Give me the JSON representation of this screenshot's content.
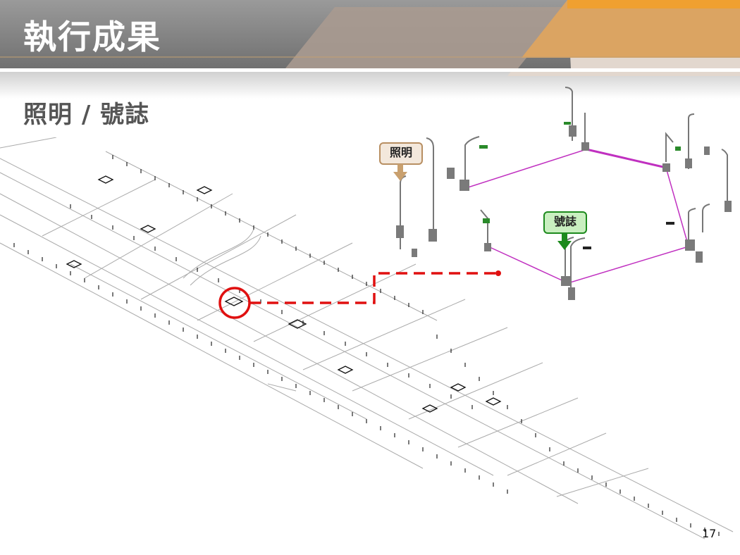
{
  "slide": {
    "title": "執行成果",
    "subtitle": "照明 / 號誌",
    "page_number": "17"
  },
  "callouts": {
    "lighting": {
      "label": "照明",
      "fill": "#f3e8dc",
      "border": "#b88f62"
    },
    "signal": {
      "label": "號誌",
      "fill": "#c9efc0",
      "border": "#1d8a1d"
    }
  },
  "colors": {
    "header_gray": "#8a8a8a",
    "header_orange": "#e8a34a",
    "header_tan": "#a89a90",
    "connector_red": "#e01010",
    "wiring_magenta": "#c030c0"
  },
  "figure": {
    "map_description": "Isometric CAD drawing of road network with light poles and intersections",
    "highlight": "Circled intersection linked by red dashed line to 3D detail of poles"
  }
}
